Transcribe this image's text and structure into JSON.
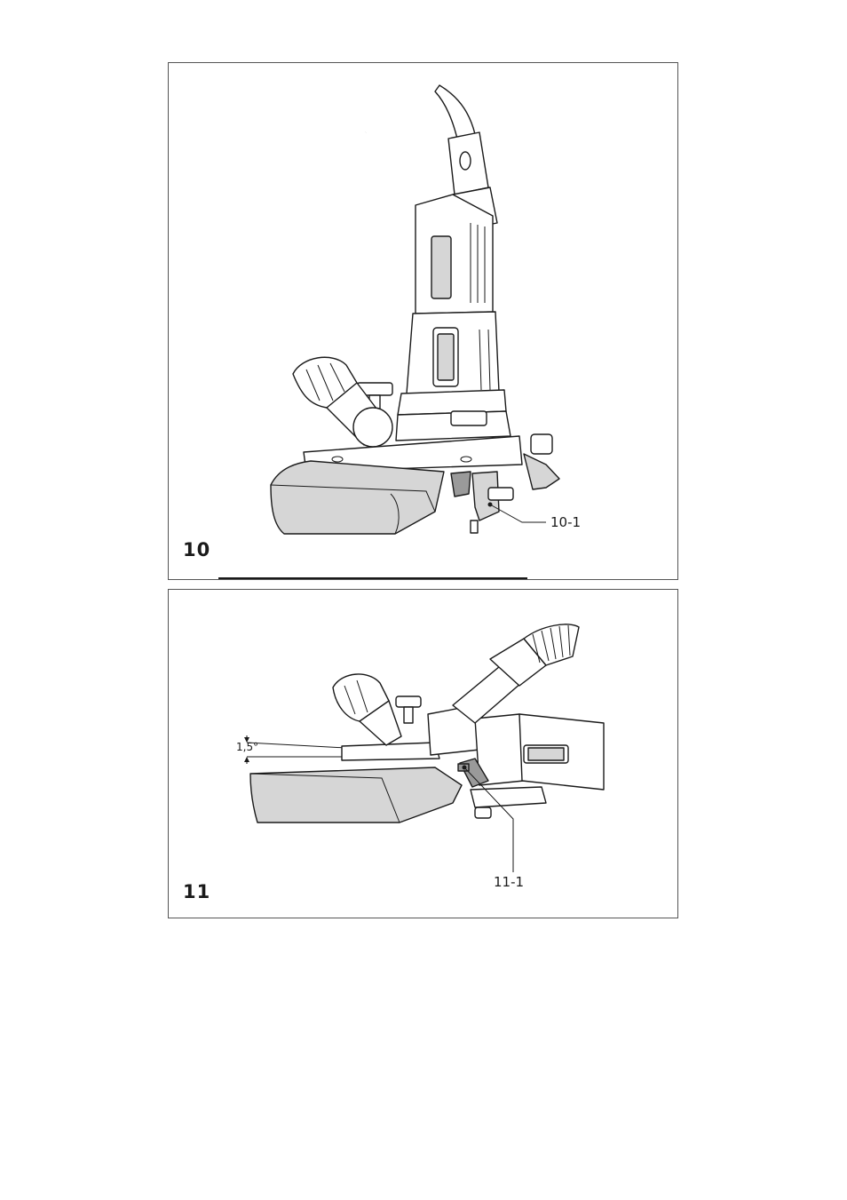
{
  "figures": {
    "fig10": {
      "number": "10",
      "callout": "10-1"
    },
    "fig11": {
      "number": "11",
      "callout": "11-1",
      "angle": "1,5°"
    }
  }
}
